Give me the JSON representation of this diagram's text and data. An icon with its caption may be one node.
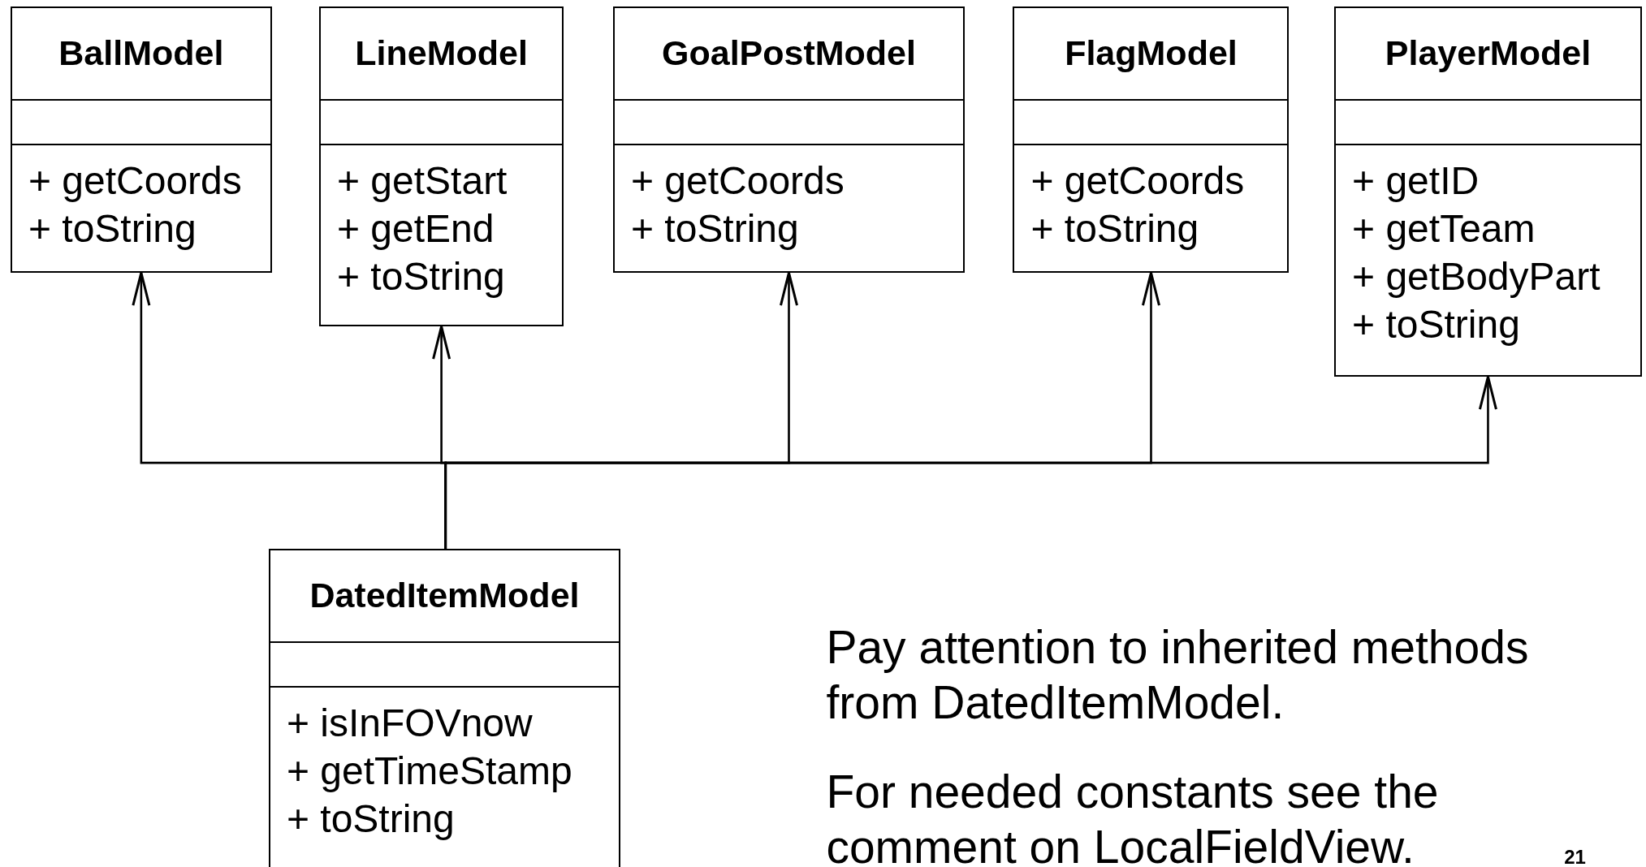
{
  "diagram": {
    "nodes": [
      {
        "text": [
          "BallModel",
          "+ getCoords",
          "+ toString"
        ]
      },
      {
        "text": [
          "LineModel",
          "+ getStart",
          "+ getEnd",
          "+ toString"
        ]
      },
      {
        "text": [
          "GoalPostModel",
          "+ getCoords",
          "+ toString"
        ]
      },
      {
        "text": [
          "FlagModel",
          "+ getCoords",
          "+ toString"
        ]
      },
      {
        "text": [
          "PlayerModel",
          "+ getID",
          "+ getTeam",
          "+ getBodyPart",
          "+ toString"
        ]
      },
      {
        "text": [
          "DatedItemModel",
          "+ isInFOVnow",
          "+ getTimeStamp",
          "+ toString"
        ]
      }
    ],
    "edges": [
      {
        "from": 5,
        "to": 0,
        "arrow": "to"
      },
      {
        "from": 5,
        "to": 1,
        "arrow": "to"
      },
      {
        "from": 5,
        "to": 2,
        "arrow": "to"
      },
      {
        "from": 5,
        "to": 3,
        "arrow": "to"
      },
      {
        "from": 5,
        "to": 4,
        "arrow": "to"
      }
    ],
    "labels": [
      "Pay attention to inherited methods from DatedItemModel.",
      "For needed constants see the comment on LocalFieldView.",
      "21"
    ]
  }
}
